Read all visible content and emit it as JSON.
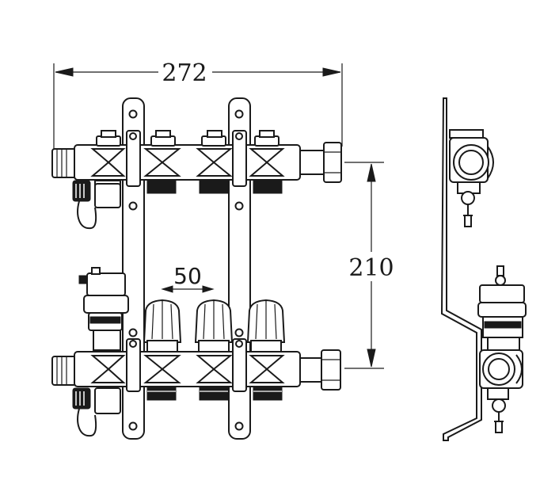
{
  "dimensions": {
    "overall_width": "272",
    "vertical_spacing": "210",
    "outlet_spacing": "50"
  },
  "colors": {
    "line": "#1a1a1a",
    "background": "#ffffff"
  }
}
